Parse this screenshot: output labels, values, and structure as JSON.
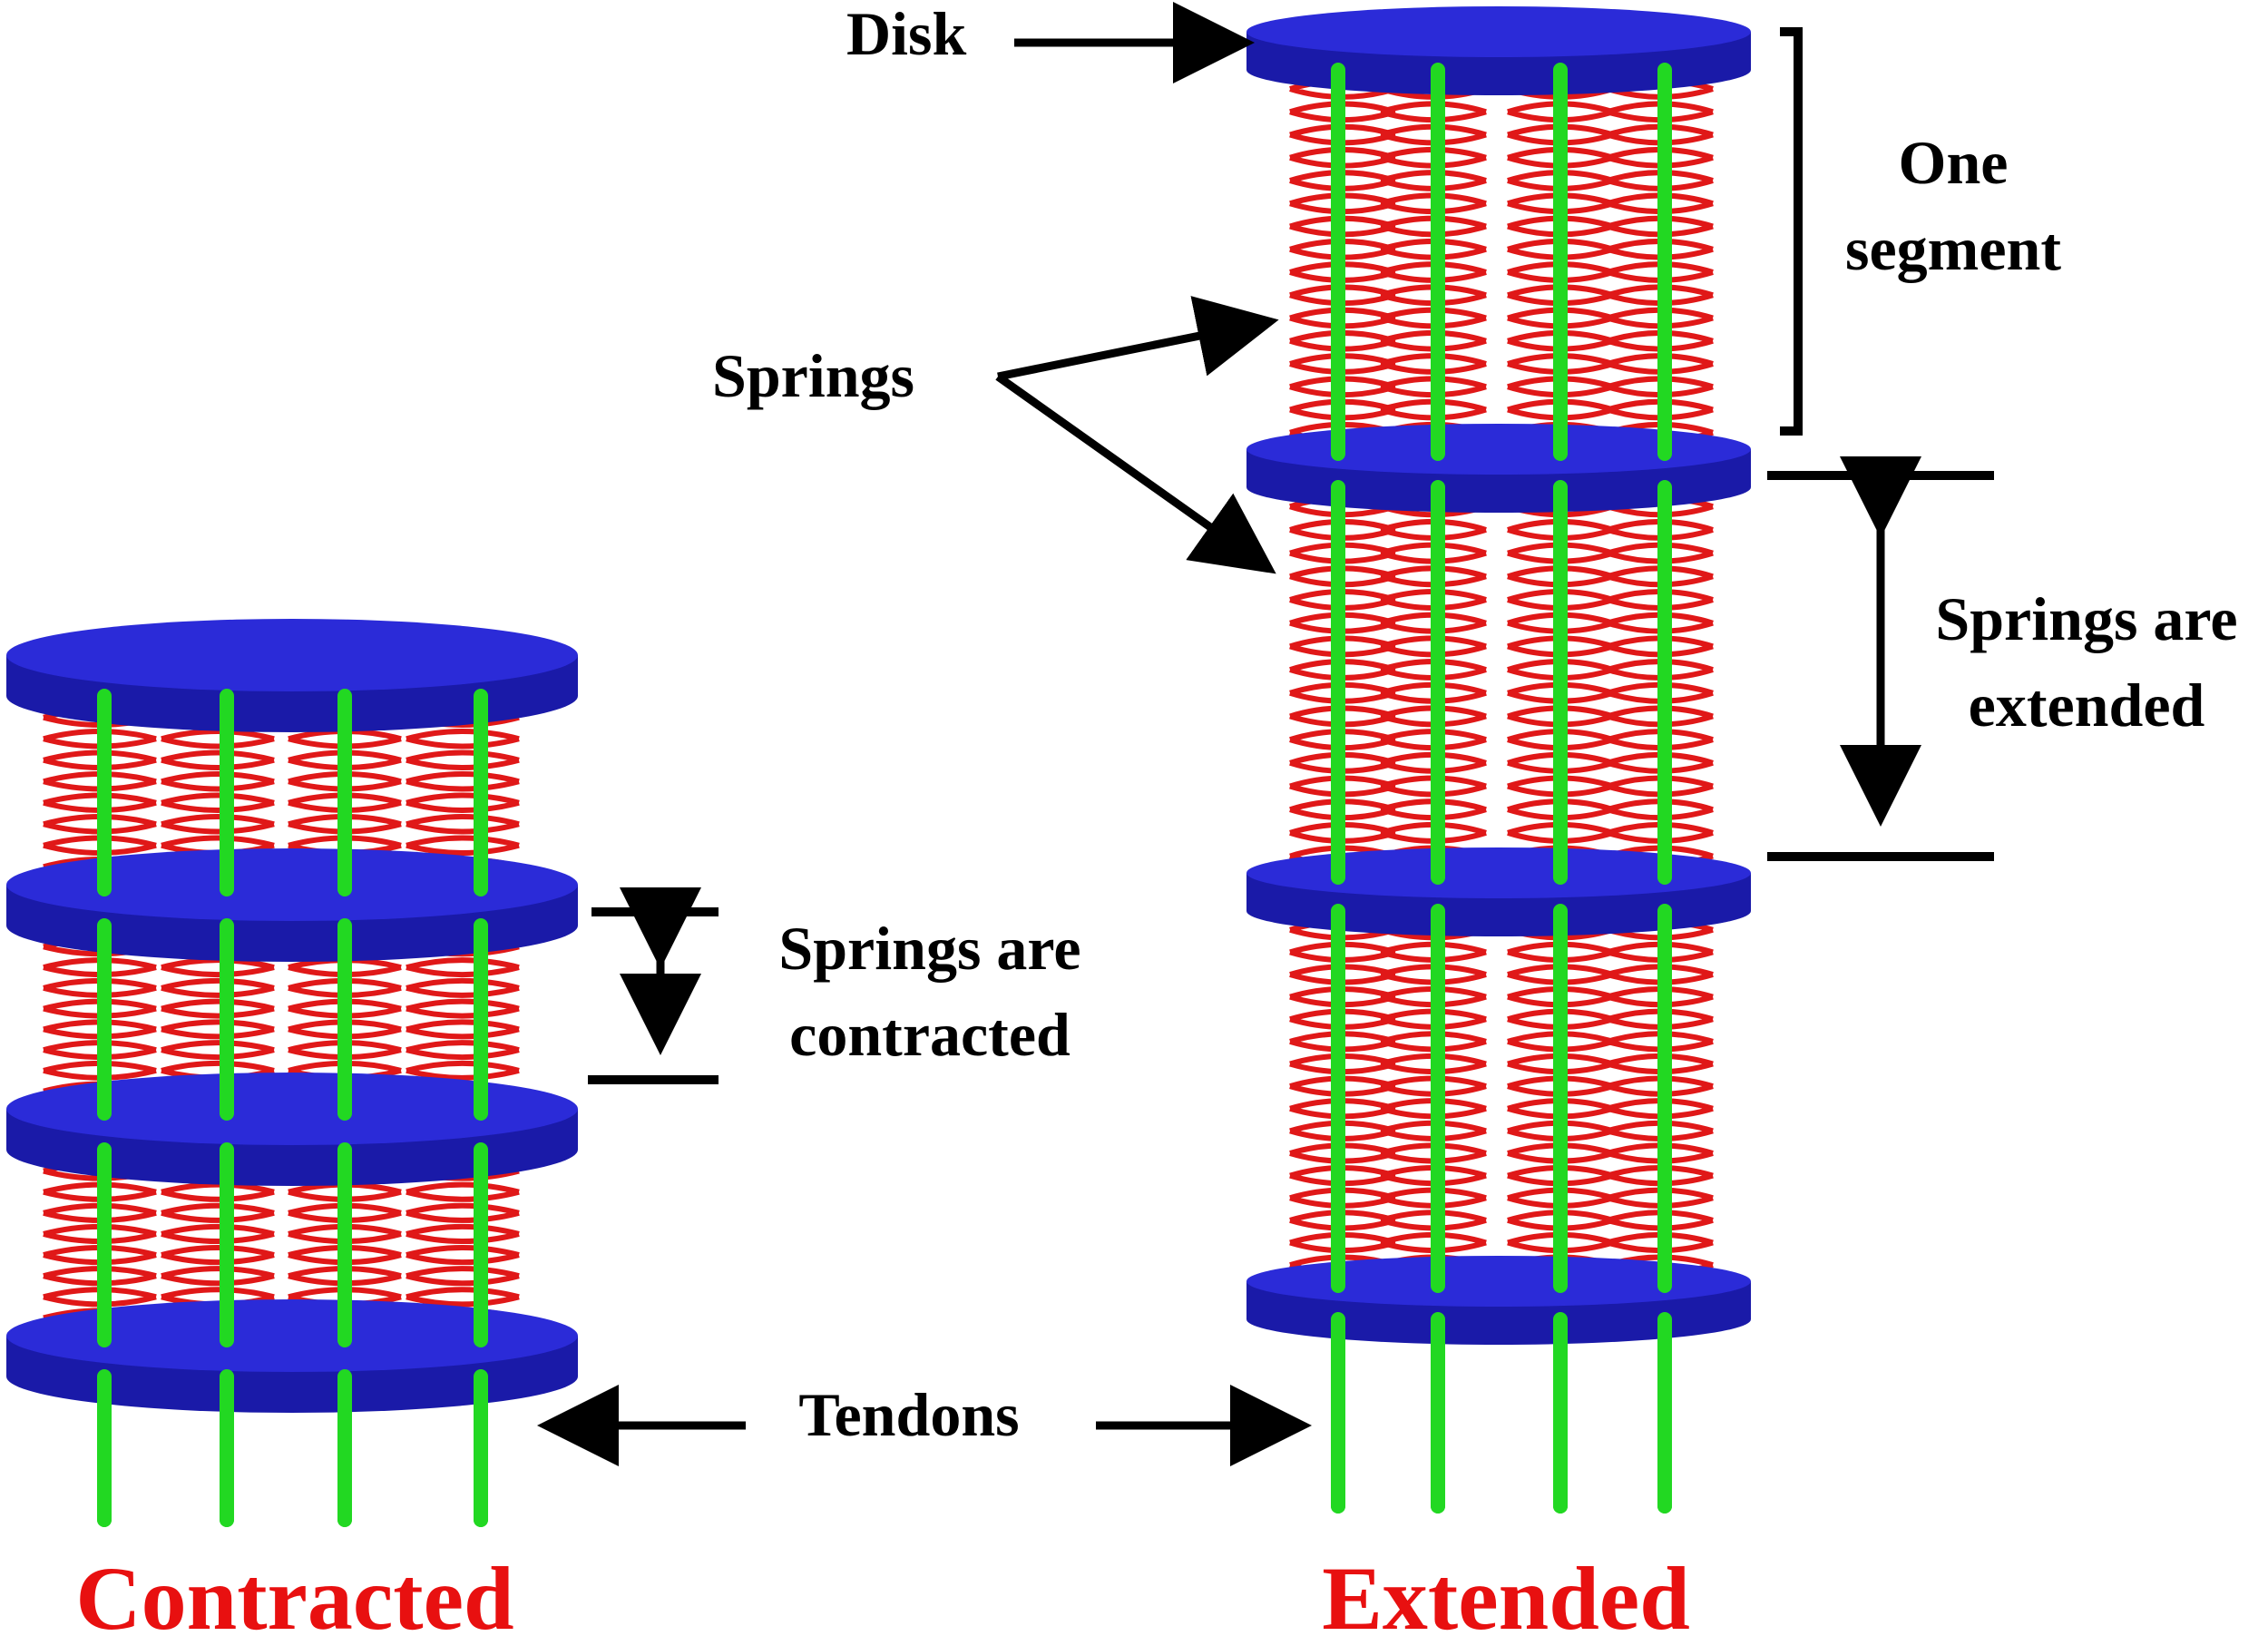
{
  "labels": {
    "disk": "Disk",
    "one_segment": [
      "One",
      "segment"
    ],
    "springs": "Springs",
    "springs_extended": [
      "Springs are",
      "extended"
    ],
    "springs_contracted": [
      "Springs are",
      "contracted"
    ],
    "tendons": "Tendons"
  },
  "titles": {
    "contracted": "Contracted",
    "extended": "Extended"
  },
  "colors": {
    "disk": "#2b2bd8",
    "disk_dark": "#1a1aa8",
    "spring": "#e01818",
    "tendon": "#22d822",
    "title": "#e81010",
    "arrow": "#000000"
  },
  "structures": [
    {
      "name": "contracted",
      "disks": 4,
      "tendons": 4
    },
    {
      "name": "extended",
      "disks": 4,
      "tendons": 4
    }
  ]
}
